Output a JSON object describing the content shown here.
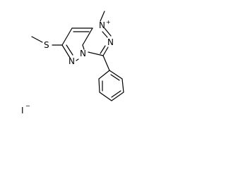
{
  "molecule": {
    "atoms": {
      "n_methyl": "N",
      "n_methyl_charge": "+",
      "n_triazole": "N",
      "n_pyridazine": "N",
      "n_bridge": "N",
      "sulfur": "S"
    },
    "counterion": {
      "label": "I",
      "charge": "−"
    }
  }
}
